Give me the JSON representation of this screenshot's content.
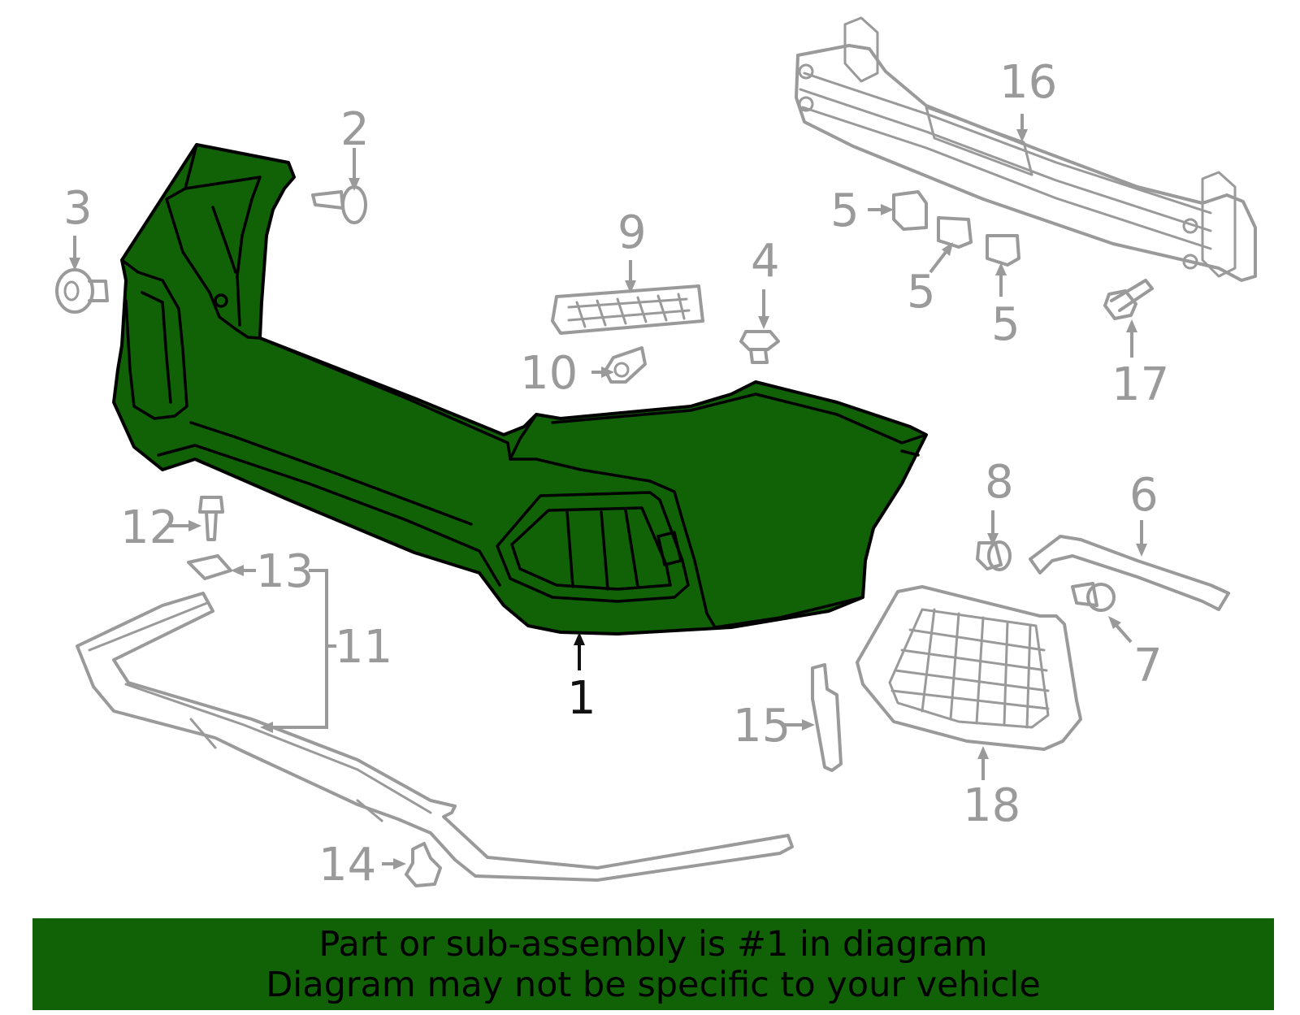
{
  "diagram": {
    "highlight_color": "#116107",
    "part_color": "#9a9a9a",
    "callouts": {
      "c1": "1",
      "c2": "2",
      "c3": "3",
      "c4": "4",
      "c5a": "5",
      "c5b": "5",
      "c5c": "5",
      "c6": "6",
      "c7": "7",
      "c8": "8",
      "c9": "9",
      "c10": "10",
      "c11": "11",
      "c12": "12",
      "c13": "13",
      "c14": "14",
      "c15": "15",
      "c16": "16",
      "c17": "17",
      "c18": "18"
    }
  },
  "footer": {
    "line1": "Part or sub-assembly is #1 in diagram",
    "line2": "Diagram may not be specific to your vehicle",
    "background_color": "#116107"
  }
}
